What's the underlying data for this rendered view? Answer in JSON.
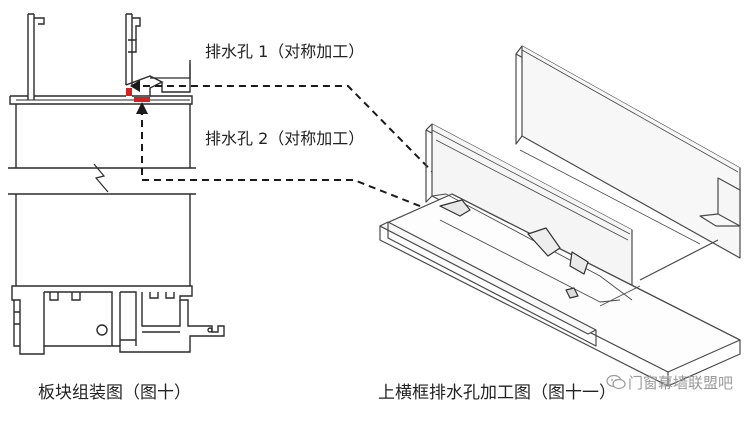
{
  "labels": {
    "drain_hole_1": "排水孔 1（对称加工）",
    "drain_hole_2": "排水孔 2（对称加工）"
  },
  "captions": {
    "left": "板块组装图（图十）",
    "right": "上横框排水孔加工图（图十一）"
  },
  "watermark": {
    "text": "门窗幕墙联盟吧"
  },
  "colors": {
    "line": "#2a2a2a",
    "light_line": "#6a6a6a",
    "drain_mark": "#d42020",
    "watermark": "#9a9a9a"
  }
}
